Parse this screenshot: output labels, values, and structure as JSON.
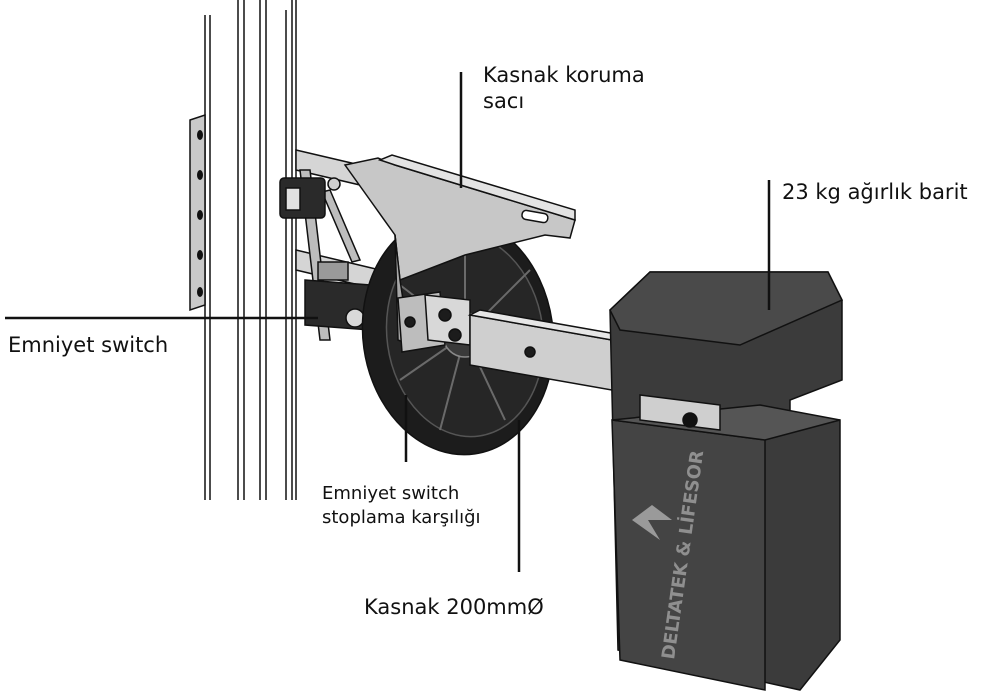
{
  "labels": {
    "guard_line1": "Kasnak koruma",
    "guard_line2": "sacı",
    "weight": "23 kg ağırlık barit",
    "switch": "Emniyet switch",
    "stopper_line1": "Emniyet switch",
    "stopper_line2": "stoplama karşılığı",
    "pulley": "Kasnak 200mmØ"
  },
  "brand": {
    "logo_text": "DELTATEK & LİFESOR"
  },
  "colors": {
    "outline": "#111111",
    "metal": "#c9c9c9",
    "metal_dark": "#9a9a9a",
    "weight_body": "#3b3b3b",
    "pulley": "#1c1c1c"
  }
}
